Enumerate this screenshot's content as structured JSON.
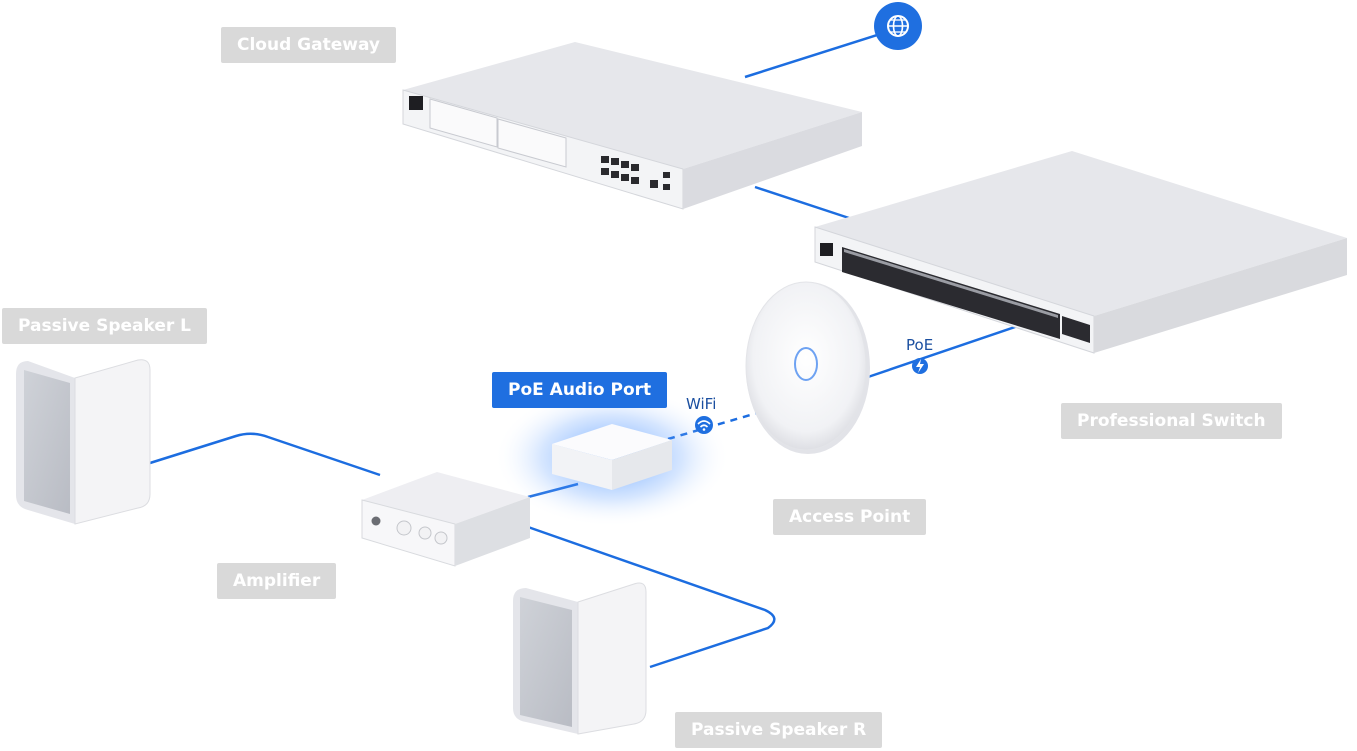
{
  "labels": {
    "cloud_gateway": "Cloud Gateway",
    "professional_switch": "Professional Switch",
    "access_point": "Access Point",
    "poe_audio_port": "PoE Audio Port",
    "amplifier": "Amplifier",
    "speaker_left": "Passive Speaker L",
    "speaker_right": "Passive Speaker R"
  },
  "link_labels": {
    "wifi": "WiFi",
    "poe": "PoE"
  },
  "colors": {
    "accent": "#1f6fe0",
    "cable": "#1c6de0",
    "label_bg": "#d9d9d9",
    "device_body": "#e9e9ee",
    "glow": "#3d8bff"
  },
  "icons": [
    "globe-icon",
    "wifi-icon",
    "bolt-icon"
  ]
}
